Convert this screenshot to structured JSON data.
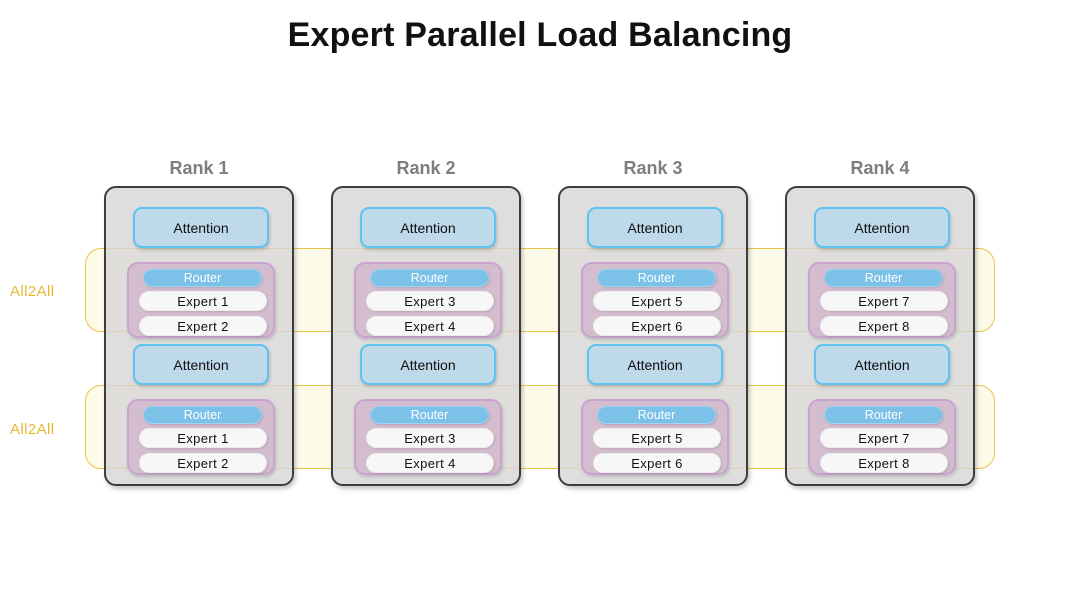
{
  "title": "Expert Parallel Load Balancing",
  "all2all": {
    "label_top": "All2All",
    "label_bottom": "All2All"
  },
  "layers": [
    {
      "attention_label": "Attention",
      "router_label": "Router"
    },
    {
      "attention_label": "Attention",
      "router_label": "Router"
    }
  ],
  "ranks": [
    {
      "name": "Rank 1",
      "blocks": [
        {
          "attention": "Attention",
          "router": "Router",
          "experts": [
            "Expert 1",
            "Expert 2"
          ]
        },
        {
          "attention": "Attention",
          "router": "Router",
          "experts": [
            "Expert 1",
            "Expert 2"
          ]
        }
      ]
    },
    {
      "name": "Rank 2",
      "blocks": [
        {
          "attention": "Attention",
          "router": "Router",
          "experts": [
            "Expert 3",
            "Expert 4"
          ]
        },
        {
          "attention": "Attention",
          "router": "Router",
          "experts": [
            "Expert 3",
            "Expert 4"
          ]
        }
      ]
    },
    {
      "name": "Rank 3",
      "blocks": [
        {
          "attention": "Attention",
          "router": "Router",
          "experts": [
            "Expert 5",
            "Expert 6"
          ]
        },
        {
          "attention": "Attention",
          "router": "Router",
          "experts": [
            "Expert 5",
            "Expert 6"
          ]
        }
      ]
    },
    {
      "name": "Rank 4",
      "blocks": [
        {
          "attention": "Attention",
          "router": "Router",
          "experts": [
            "Expert 7",
            "Expert 8"
          ]
        },
        {
          "attention": "Attention",
          "router": "Router",
          "experts": [
            "Expert 7",
            "Expert 8"
          ]
        }
      ]
    }
  ],
  "colors": {
    "title_text": "#111111",
    "rank_label": "#7e7e7e",
    "card_border": "#3d3d3d",
    "card_fill": "#d6d6d6",
    "attention_fill": "#bdd9ea",
    "attention_border": "#5ec3ef",
    "router_fill": "#7cc1e8",
    "router_text": "#ffffff",
    "expert_fill": "#f7f7f7",
    "moe_fill": "#ceaac8",
    "moe_border": "#c9a3d0",
    "all2all_band_fill": "#fdfbe8",
    "all2all_band_border": "#e9c44c",
    "all2all_text": "#e6b935"
  }
}
